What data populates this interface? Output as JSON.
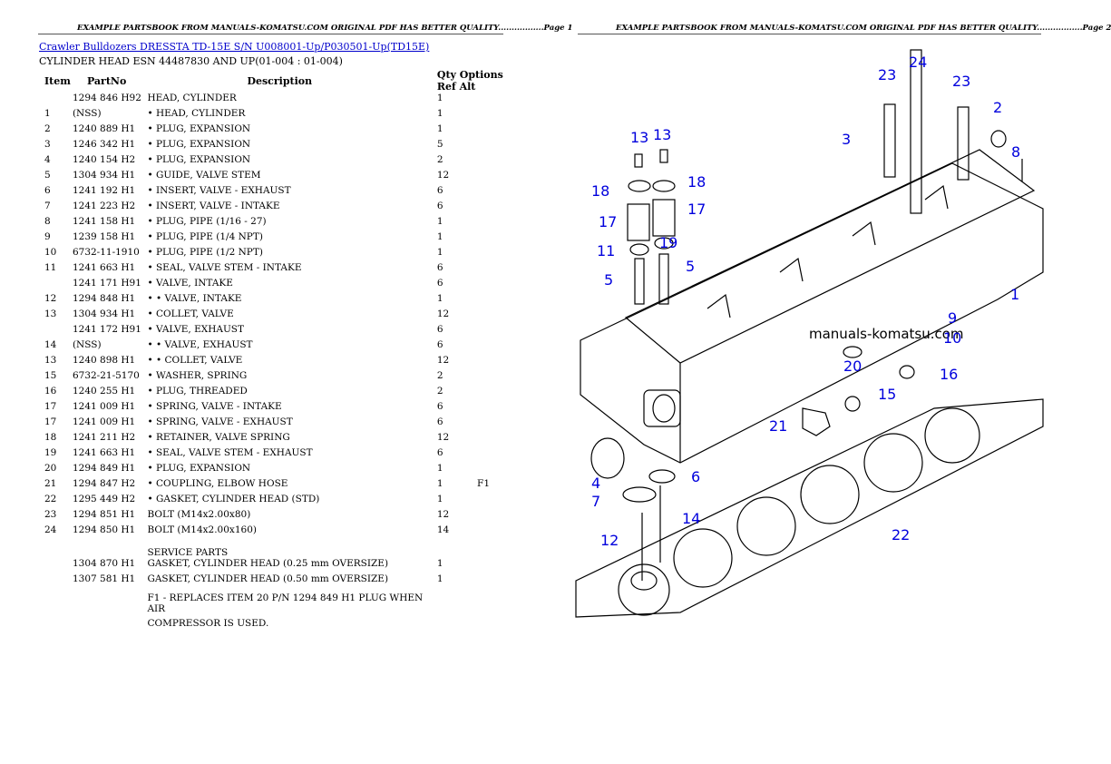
{
  "header": {
    "left_text": "EXAMPLE PARTSBOOK FROM MANUALS-KOMATSU.COM ORIGINAL PDF HAS BETTER QUALITY.................Page 1",
    "right_text": "EXAMPLE PARTSBOOK FROM MANUALS-KOMATSU.COM ORIGINAL PDF HAS BETTER QUALITY.................Page 2"
  },
  "title_link": "Crawler Bulldozers DRESSTA TD-15E S/N U008001-Up/P030501-Up(TD15E)",
  "subtitle": "CYLINDER HEAD ESN 44487830 AND UP(01-004 : 01-004)",
  "columns": {
    "item": "Item",
    "partno": "PartNo",
    "description": "Description",
    "qty": "Qty Options Ref Alt"
  },
  "rows": [
    {
      "item": "",
      "part": "1294 846 H92",
      "desc": "HEAD, CYLINDER",
      "qty": "1",
      "alt": ""
    },
    {
      "item": "1",
      "part": "(NSS)",
      "desc": "• HEAD, CYLINDER",
      "qty": "1",
      "alt": ""
    },
    {
      "item": "2",
      "part": "1240 889 H1",
      "desc": "• PLUG, EXPANSION",
      "qty": "1",
      "alt": ""
    },
    {
      "item": "3",
      "part": "1246 342 H1",
      "desc": "• PLUG, EXPANSION",
      "qty": "5",
      "alt": ""
    },
    {
      "item": "4",
      "part": "1240 154 H2",
      "desc": "• PLUG, EXPANSION",
      "qty": "2",
      "alt": ""
    },
    {
      "item": "5",
      "part": "1304 934 H1",
      "desc": "• GUIDE, VALVE STEM",
      "qty": "12",
      "alt": ""
    },
    {
      "item": "6",
      "part": "1241 192 H1",
      "desc": "• INSERT, VALVE - EXHAUST",
      "qty": "6",
      "alt": ""
    },
    {
      "item": "7",
      "part": "1241 223 H2",
      "desc": "• INSERT, VALVE - INTAKE",
      "qty": "6",
      "alt": ""
    },
    {
      "item": "8",
      "part": "1241 158 H1",
      "desc": "• PLUG, PIPE (1/16 - 27)",
      "qty": "1",
      "alt": ""
    },
    {
      "item": "9",
      "part": "1239 158 H1",
      "desc": "• PLUG, PIPE (1/4 NPT)",
      "qty": "1",
      "alt": ""
    },
    {
      "item": "10",
      "part": "6732-11-1910",
      "desc": "• PLUG, PIPE (1/2 NPT)",
      "qty": "1",
      "alt": ""
    },
    {
      "item": "11",
      "part": "1241 663 H1",
      "desc": "• SEAL, VALVE STEM - INTAKE",
      "qty": "6",
      "alt": ""
    },
    {
      "item": "",
      "part": "1241 171 H91",
      "desc": "• VALVE, INTAKE",
      "qty": "6",
      "alt": ""
    },
    {
      "item": "12",
      "part": "1294 848 H1",
      "desc": "• • VALVE, INTAKE",
      "qty": "1",
      "alt": ""
    },
    {
      "item": "13",
      "part": "1304 934 H1",
      "desc": "• COLLET, VALVE",
      "qty": "12",
      "alt": ""
    },
    {
      "item": "",
      "part": "1241 172 H91",
      "desc": "• VALVE, EXHAUST",
      "qty": "6",
      "alt": ""
    },
    {
      "item": "14",
      "part": "(NSS)",
      "desc": "• • VALVE, EXHAUST",
      "qty": "6",
      "alt": ""
    },
    {
      "item": "13",
      "part": "1240 898 H1",
      "desc": "• • COLLET, VALVE",
      "qty": "12",
      "alt": ""
    },
    {
      "item": "15",
      "part": "6732-21-5170",
      "desc": "• WASHER, SPRING",
      "qty": "2",
      "alt": ""
    },
    {
      "item": "16",
      "part": "1240 255 H1",
      "desc": "• PLUG, THREADED",
      "qty": "2",
      "alt": ""
    },
    {
      "item": "17",
      "part": "1241 009 H1",
      "desc": "• SPRING, VALVE - INTAKE",
      "qty": "6",
      "alt": ""
    },
    {
      "item": "17",
      "part": "1241 009 H1",
      "desc": "• SPRING, VALVE - EXHAUST",
      "qty": "6",
      "alt": ""
    },
    {
      "item": "18",
      "part": "1241 211 H2",
      "desc": "• RETAINER, VALVE SPRING",
      "qty": "12",
      "alt": ""
    },
    {
      "item": "19",
      "part": "1241 663 H1",
      "desc": "• SEAL, VALVE STEM - EXHAUST",
      "qty": "6",
      "alt": ""
    },
    {
      "item": "20",
      "part": "1294 849 H1",
      "desc": "• PLUG, EXPANSION",
      "qty": "1",
      "alt": ""
    },
    {
      "item": "21",
      "part": "1294 847 H2",
      "desc": "• COUPLING, ELBOW HOSE",
      "qty": "1",
      "alt": "F1"
    },
    {
      "item": "22",
      "part": "1295 449 H2",
      "desc": "• GASKET, CYLINDER HEAD (STD)",
      "qty": "1",
      "alt": ""
    },
    {
      "item": "23",
      "part": "1294 851 H1",
      "desc": "BOLT (M14x2.00x80)",
      "qty": "12",
      "alt": ""
    },
    {
      "item": "24",
      "part": "1294 850 H1",
      "desc": "BOLT (M14x2.00x160)",
      "qty": "14",
      "alt": ""
    }
  ],
  "service_header": "SERVICE PARTS",
  "service_rows": [
    {
      "part": "1304 870 H1",
      "desc": "GASKET, CYLINDER HEAD (0.25 mm OVERSIZE)",
      "qty": "1"
    },
    {
      "part": "1307 581 H1",
      "desc": "GASKET, CYLINDER HEAD (0.50 mm OVERSIZE)",
      "qty": "1"
    }
  ],
  "footnote_1": "F1 - REPLACES ITEM 20 P/N 1294 849 H1 PLUG WHEN AIR",
  "footnote_2": "COMPRESSOR IS USED.",
  "diagram": {
    "watermark": "manuals-komatsu.com",
    "callouts": [
      "24",
      "23",
      "23",
      "2",
      "3",
      "8",
      "13",
      "13",
      "18",
      "18",
      "17",
      "17",
      "11",
      "19",
      "5",
      "5",
      "1",
      "9",
      "10",
      "20",
      "16",
      "15",
      "21",
      "4",
      "6",
      "7",
      "14",
      "12",
      "22"
    ]
  }
}
